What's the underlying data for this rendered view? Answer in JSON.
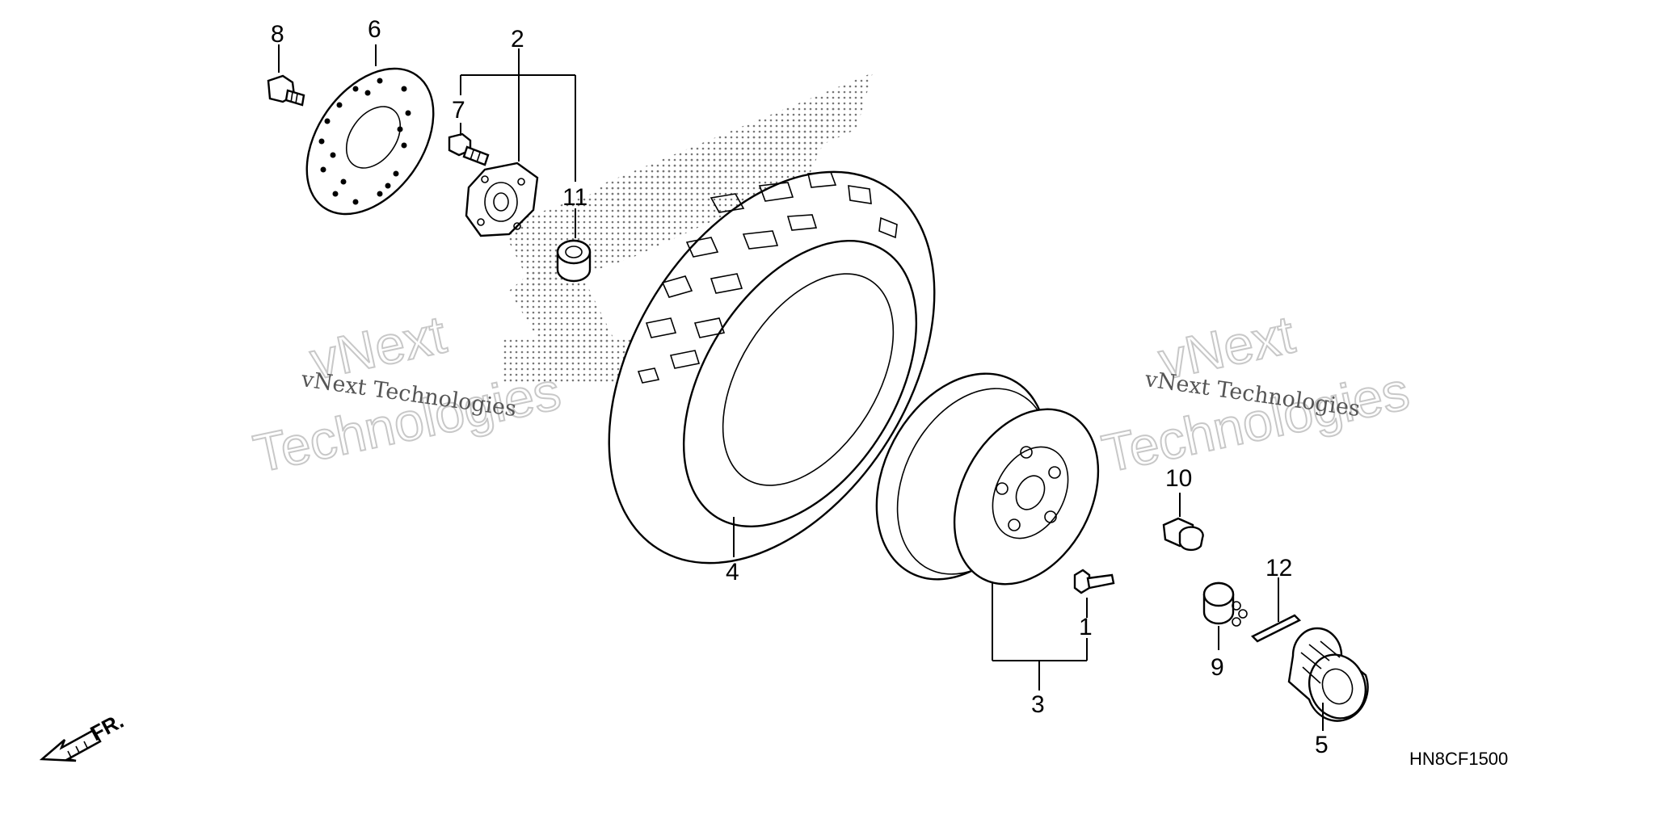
{
  "callouts": {
    "c1": "1",
    "c2": "2",
    "c3": "3",
    "c4": "4",
    "c5": "5",
    "c6": "6",
    "c7": "7",
    "c8": "8",
    "c9": "9",
    "c10": "10",
    "c11": "11",
    "c12": "12"
  },
  "watermarks": {
    "left_small": "vNext Technologies",
    "left_big_1": "vNext",
    "left_big_2": "Technologies",
    "right_small": "vNext Technologies",
    "right_big_1": "vNext",
    "right_big_2": "Technologies"
  },
  "direction_label": "FR.",
  "diagram_code": "HN8CF1500",
  "icons": [
    "front-direction-arrow-icon"
  ]
}
